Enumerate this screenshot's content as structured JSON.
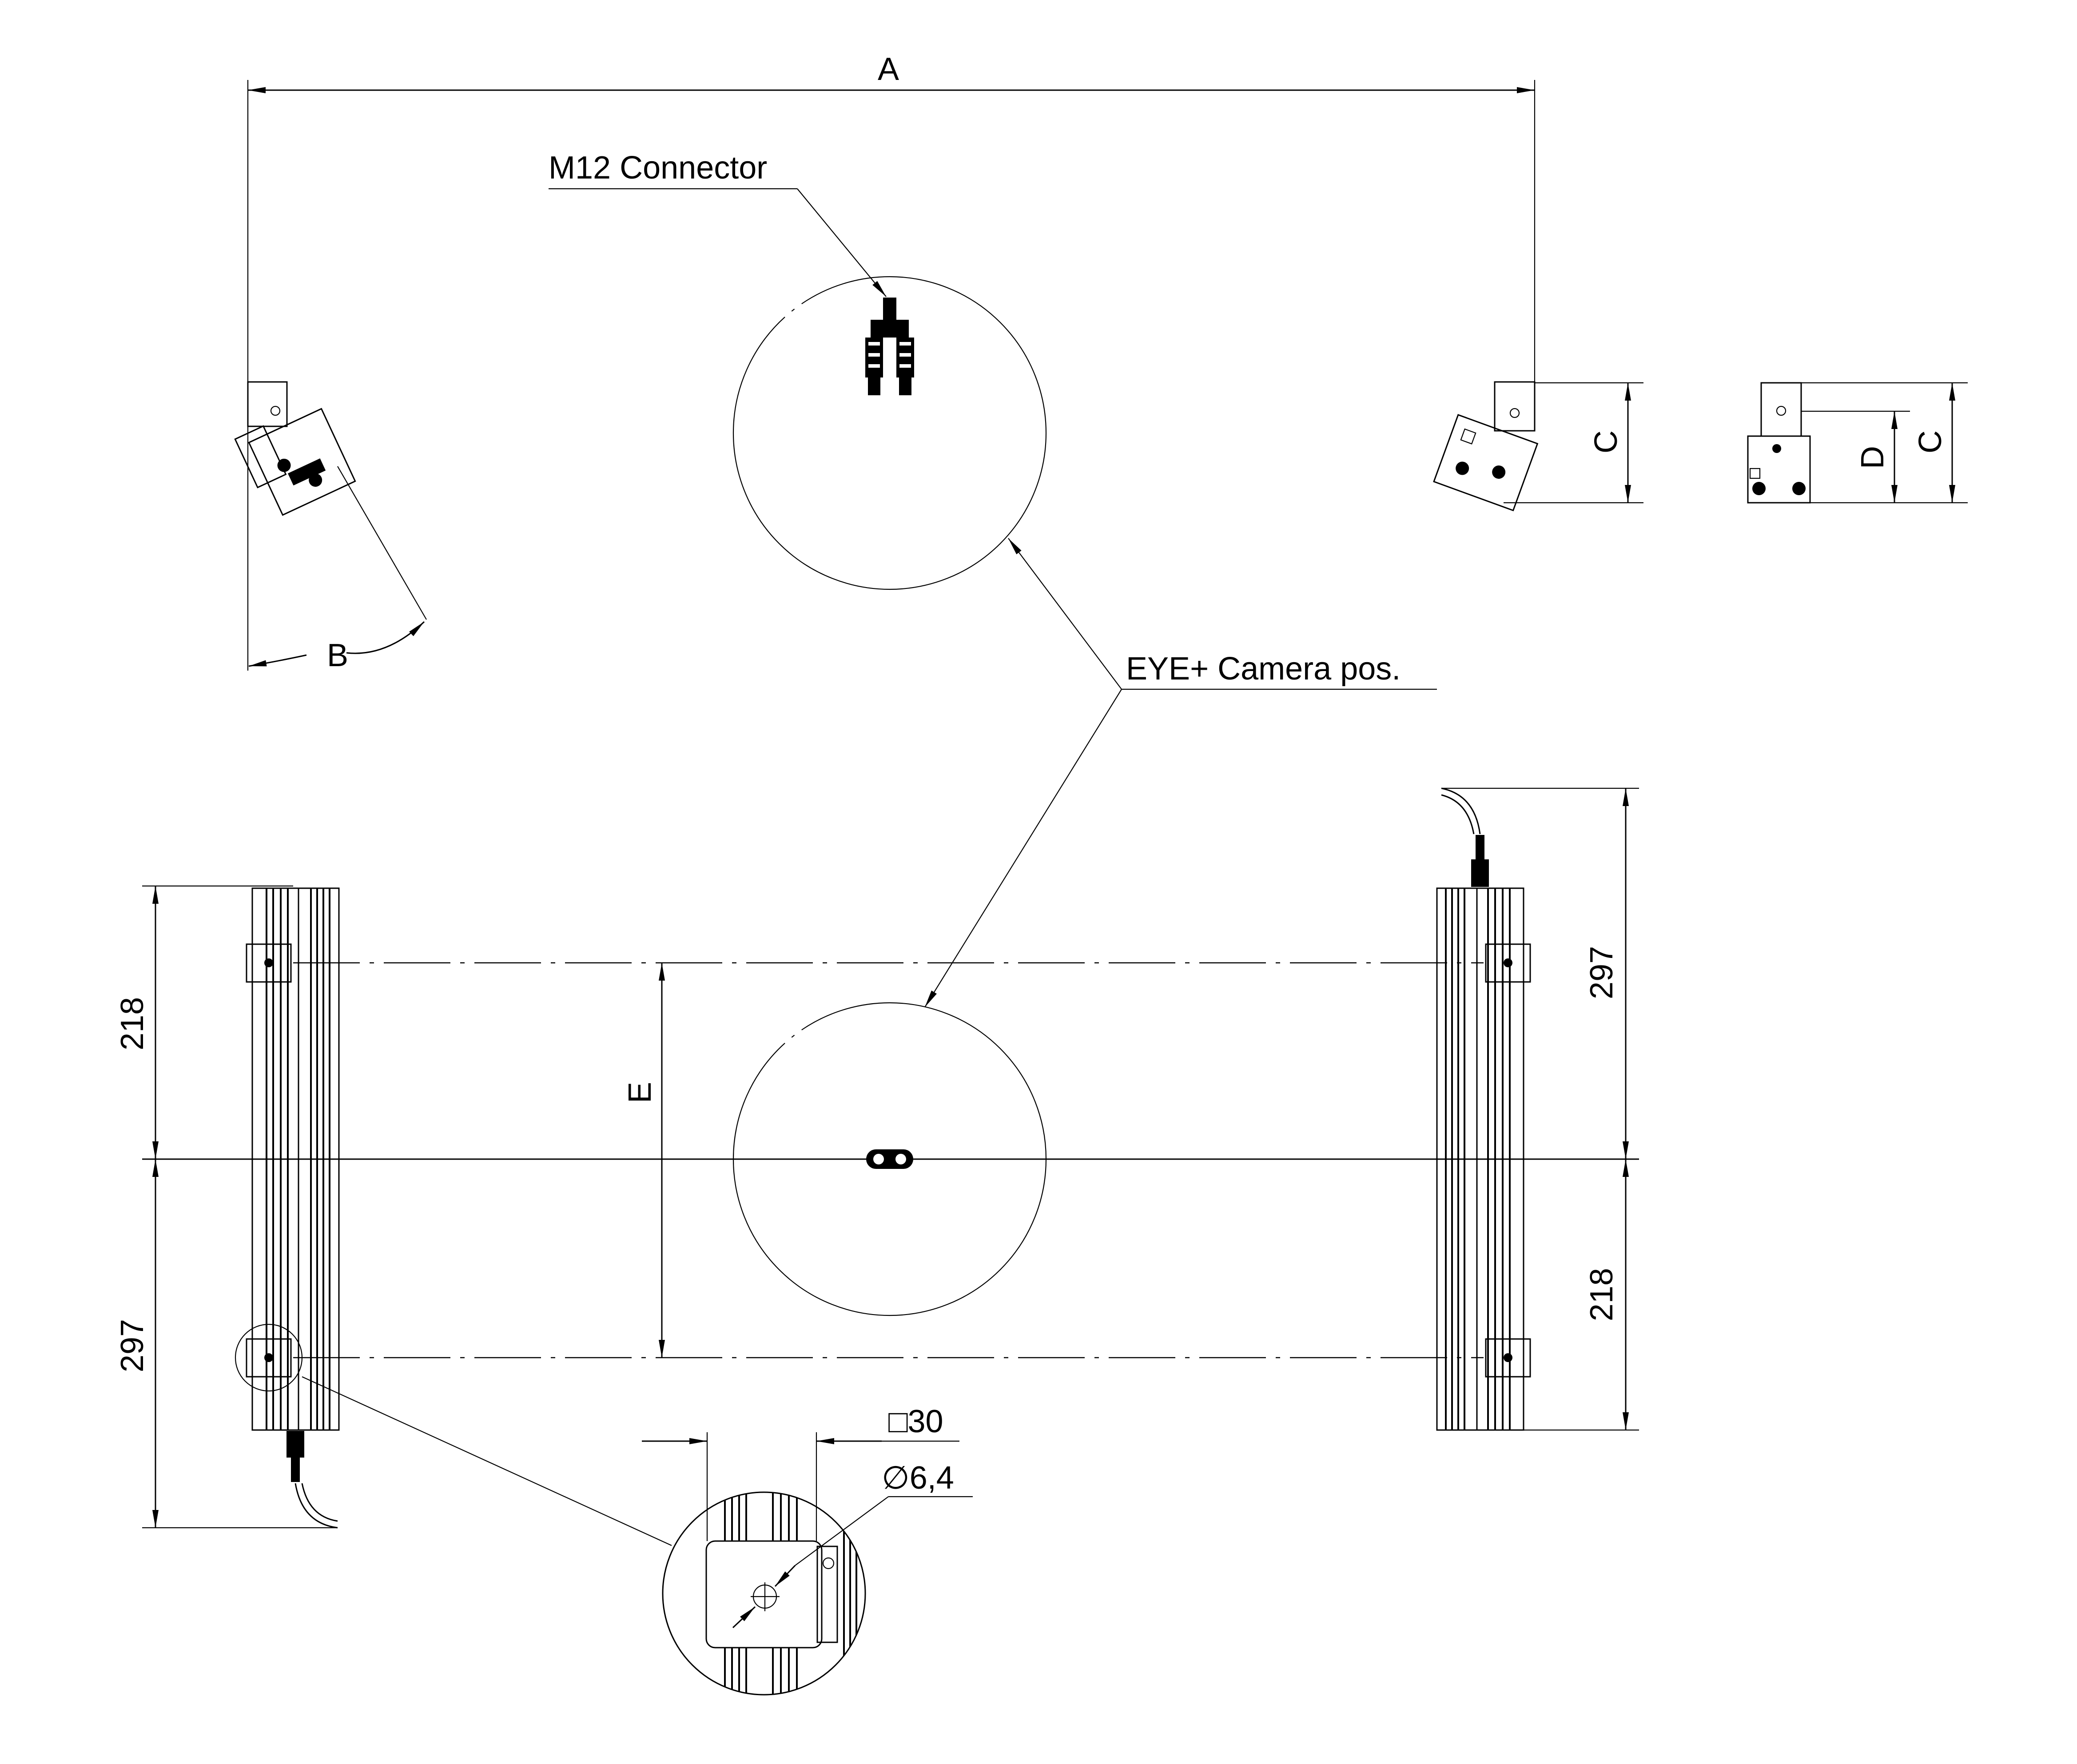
{
  "labels": {
    "dim_a": "A",
    "dim_b": "B",
    "dim_c": "C",
    "dim_d": "D",
    "dim_e": "E",
    "m12": "M12 Connector",
    "eye": "EYE+ Camera pos.",
    "left_218": "218",
    "left_297": "297",
    "right_297": "297",
    "right_218": "218",
    "square_30": "□30",
    "dia_64": "∅6,4"
  }
}
